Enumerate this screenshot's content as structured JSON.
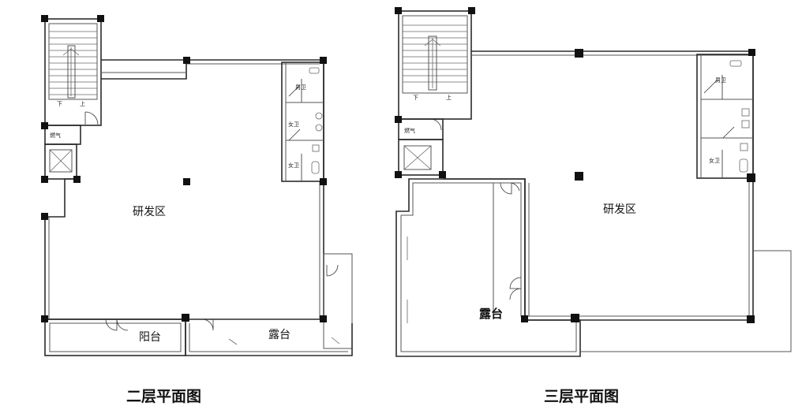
{
  "floor2": {
    "caption": "二层平面图",
    "rd_area": "研发区",
    "balcony": "阳台",
    "terrace": "露台",
    "stair_down": "下",
    "stair_up": "上",
    "gas_room": "燃气",
    "restroom_1": "男卫",
    "restroom_2": "女卫",
    "restroom_3": "女卫"
  },
  "floor3": {
    "caption": "三层平面图",
    "rd_area": "研发区",
    "terrace": "露台",
    "stair_down": "下",
    "stair_up": "上",
    "gas_room": "燃气",
    "restroom_1": "男卫",
    "restroom_2": "女卫"
  }
}
